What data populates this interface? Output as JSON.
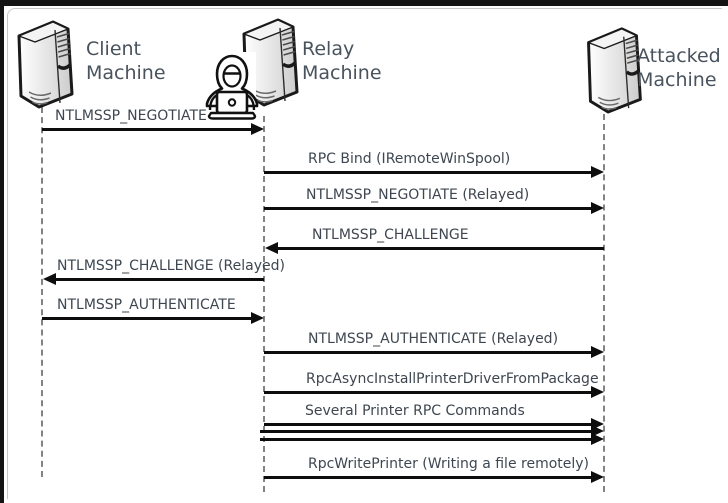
{
  "machines": [
    {
      "id": "client",
      "label": "Client Machine"
    },
    {
      "id": "relay",
      "label": "Relay Machine"
    },
    {
      "id": "attacked",
      "label": "Attacked Machine"
    }
  ],
  "icons": {
    "server": "server-tower-icon",
    "hacker": "hacker-with-laptop-icon"
  },
  "messages": [
    {
      "label": "NTLMSSP_NEGOTIATE",
      "from": "client",
      "to": "relay",
      "arrow_count": 1
    },
    {
      "label": "RPC Bind (IRemoteWinSpool)",
      "from": "relay",
      "to": "attacked",
      "arrow_count": 1
    },
    {
      "label": "NTLMSSP_NEGOTIATE (Relayed)",
      "from": "relay",
      "to": "attacked",
      "arrow_count": 1
    },
    {
      "label": "NTLMSSP_CHALLENGE",
      "from": "attacked",
      "to": "relay",
      "arrow_count": 1
    },
    {
      "label": "NTLMSSP_CHALLENGE (Relayed)",
      "from": "relay",
      "to": "client",
      "arrow_count": 1
    },
    {
      "label": "NTLMSSP_AUTHENTICATE",
      "from": "client",
      "to": "relay",
      "arrow_count": 1
    },
    {
      "label": "NTLMSSP_AUTHENTICATE (Relayed)",
      "from": "relay",
      "to": "attacked",
      "arrow_count": 1
    },
    {
      "label": "RpcAsyncInstallPrinterDriverFromPackage",
      "from": "relay",
      "to": "attacked",
      "arrow_count": 1
    },
    {
      "label": "Several Printer RPC Commands",
      "from": "relay",
      "to": "attacked",
      "arrow_count": 3
    },
    {
      "label": "RpcWritePrinter (Writing a file remotely)",
      "from": "relay",
      "to": "attacked",
      "arrow_count": 1
    }
  ],
  "colors": {
    "arrow": "#0d0d0d",
    "message_text": "#3e4751",
    "machine_text": "#49535d",
    "lifeline": "#838383",
    "frame": "#141414",
    "background": "#ffffff"
  }
}
